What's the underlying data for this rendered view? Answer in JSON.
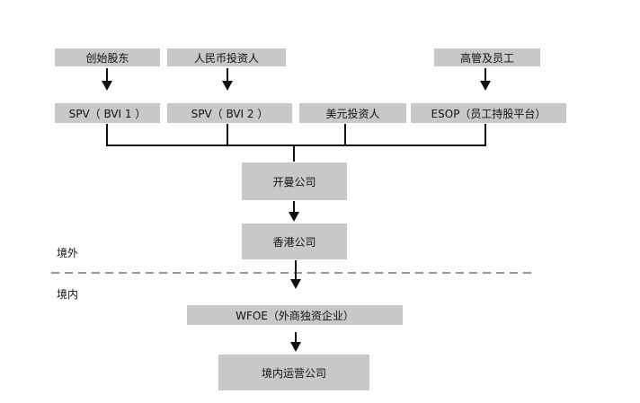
{
  "diagram": {
    "top_row": {
      "founders": "创始股东",
      "rmb_investors": "人民币投资人",
      "management": "高管及员工"
    },
    "second_row": {
      "spv1": "SPV（ BVI 1 ）",
      "spv2": "SPV（ BVI 2 ）",
      "usd_investors": "美元投资人",
      "esop": "ESOP（员工持股平台）"
    },
    "cayman": "开曼公司",
    "hongkong": "香港公司",
    "wfoe": "WFOE（外商独资企业）",
    "domestic_op": "境内运营公司",
    "offshore_label": "境外",
    "onshore_label": "境内"
  }
}
